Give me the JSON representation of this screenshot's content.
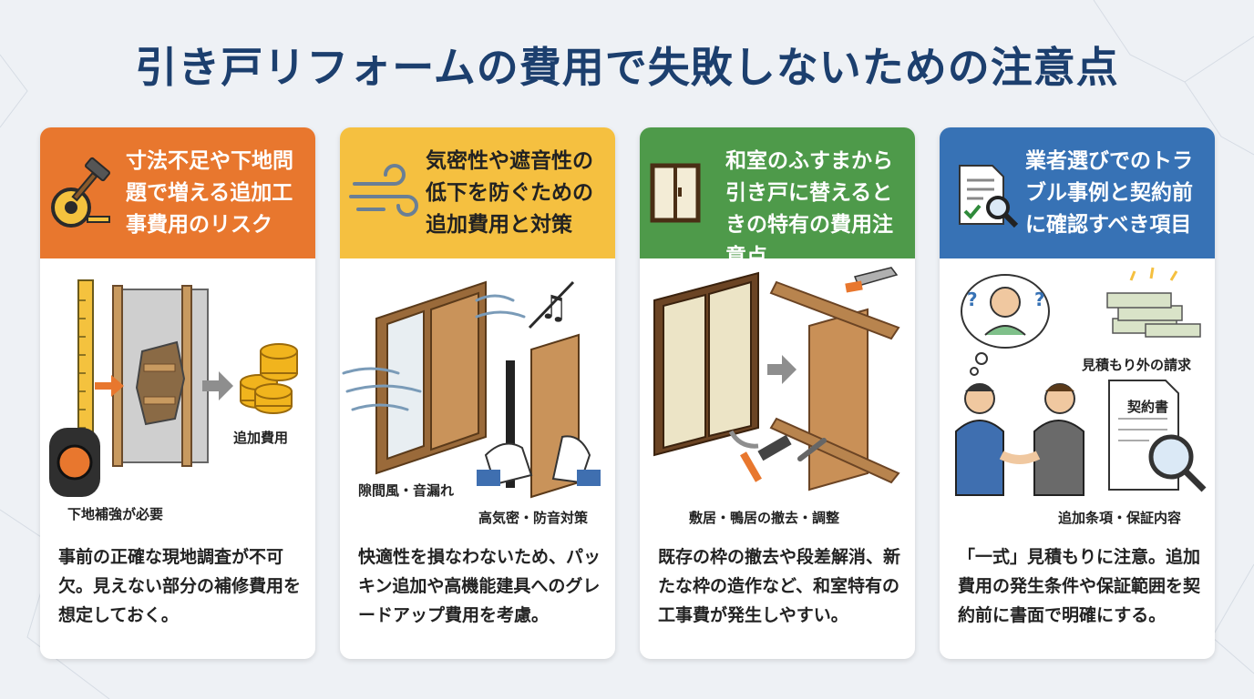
{
  "title": "引き戸リフォームの費用で失敗しないための注意点",
  "colors": {
    "title": "#1c3f6e",
    "card1_header": "#e8772e",
    "card2_header": "#f5c040",
    "card3_header": "#4e9a4a",
    "card4_header": "#3772b5"
  },
  "cards": [
    {
      "header": "寸法不足や下地問題で増える追加工事費用のリスク",
      "icon": "tape-measure-hammer-icon",
      "labels": [
        "下地補強が必要",
        "追加費用"
      ],
      "body": "事前の正確な現地調査が不可欠。見えない部分の補修費用を想定しておく。"
    },
    {
      "header": "気密性や遮音性の低下を防ぐための追加費用と対策",
      "icon": "wind-icon",
      "labels": [
        "隙間風・音漏れ",
        "高気密・防音対策"
      ],
      "body": "快適性を損なわないため、パッキン追加や高機能建具へのグレードアップ費用を考慮。"
    },
    {
      "header": "和室のふすまから引き戸に替えるときの特有の費用注意点",
      "icon": "fusuma-icon",
      "labels": [
        "敷居・鴨居の撤去・調整"
      ],
      "body": "既存の枠の撤去や段差解消、新たな枠の造作など、和室特有の工事費が発生しやすい。"
    },
    {
      "header": "業者選びでのトラブル事例と契約前に確認すべき項目",
      "icon": "document-check-icon",
      "labels": [
        "見積もり外の請求",
        "契約書",
        "追加条項・保証内容"
      ],
      "body": "「一式」見積もりに注意。追加費用の発生条件や保証範囲を契約前に書面で明確にする。"
    }
  ]
}
